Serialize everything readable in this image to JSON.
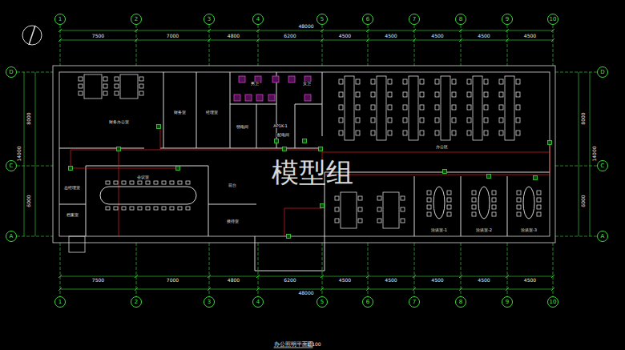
{
  "diagram": {
    "caption": "办公照明平面图",
    "nodes": [
      {
        "text": [
          "1"
        ]
      },
      {
        "text": [
          "2"
        ]
      },
      {
        "text": [
          "3"
        ]
      },
      {
        "text": [
          "4"
        ]
      },
      {
        "text": [
          "5"
        ]
      },
      {
        "text": [
          "6"
        ]
      },
      {
        "text": [
          "7"
        ]
      },
      {
        "text": [
          "8"
        ]
      },
      {
        "text": [
          "9"
        ]
      },
      {
        "text": [
          "10"
        ]
      },
      {
        "text": [
          "D"
        ]
      },
      {
        "text": [
          "C"
        ]
      },
      {
        "text": [
          "A"
        ]
      },
      {
        "text": [
          "D"
        ]
      },
      {
        "text": [
          "C"
        ]
      },
      {
        "text": [
          "A"
        ]
      },
      {
        "text": [
          "1"
        ]
      },
      {
        "text": [
          "2"
        ]
      },
      {
        "text": [
          "3"
        ]
      },
      {
        "text": [
          "4"
        ]
      },
      {
        "text": [
          "5"
        ]
      },
      {
        "text": [
          "6"
        ]
      },
      {
        "text": [
          "7"
        ]
      },
      {
        "text": [
          "8"
        ]
      },
      {
        "text": [
          "9"
        ]
      },
      {
        "text": [
          "10"
        ]
      }
    ],
    "labels": [
      "48000",
      "7500",
      "7000",
      "4800",
      "6200",
      "4500",
      "4500",
      "4500",
      "4500",
      "4500",
      "7500",
      "7000",
      "4800",
      "6200",
      "4500",
      "4500",
      "4500",
      "4500",
      "4500",
      "48000",
      "8000",
      "6000",
      "14000",
      "8000",
      "6000",
      "14000",
      "财务办公室",
      "财务室",
      "经理室",
      "男卫",
      "女卫",
      "弱电间",
      "AP1K-1",
      "配电间",
      "办公区",
      "会议室",
      "总经理室",
      "档案室",
      "前台",
      "接待室",
      "洽谈室-1",
      "洽谈室-2",
      "洽谈室-3",
      "1:100",
      "模型组"
    ]
  }
}
